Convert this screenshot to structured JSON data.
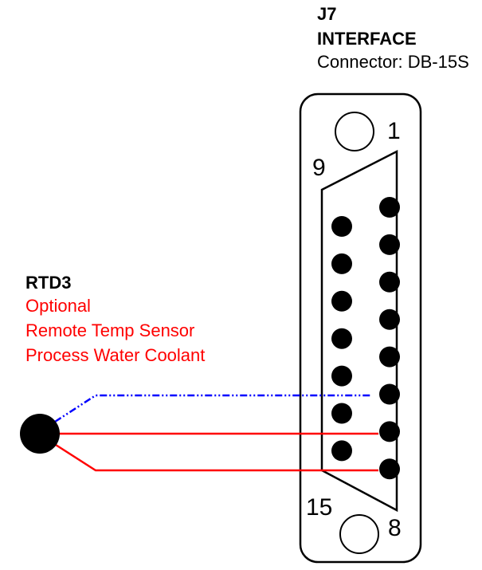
{
  "connector": {
    "designator": "J7",
    "name": "INTERFACE",
    "type_label": "Connector:  DB-15S",
    "pin_labels": {
      "first_top_right": "1",
      "first_left": "9",
      "last_left": "15",
      "last_right": "8"
    },
    "right_column_pins": [
      1,
      2,
      3,
      4,
      5,
      6,
      7,
      8
    ],
    "left_column_pins": [
      9,
      10,
      11,
      12,
      13,
      14,
      15
    ]
  },
  "sensor": {
    "designator": "RTD3",
    "lines": [
      "Optional",
      "Remote Temp Sensor",
      "Process Water Coolant"
    ],
    "text_color": "#ff0000"
  },
  "wires": [
    {
      "name": "blue-wire",
      "color": "#0000ff",
      "style": "dash-dot-dot",
      "to_pin": 6
    },
    {
      "name": "red-wire-1",
      "color": "#ff0000",
      "style": "solid",
      "to_pin": 7
    },
    {
      "name": "red-wire-2",
      "color": "#ff0000",
      "style": "solid",
      "to_pin": 8
    }
  ]
}
